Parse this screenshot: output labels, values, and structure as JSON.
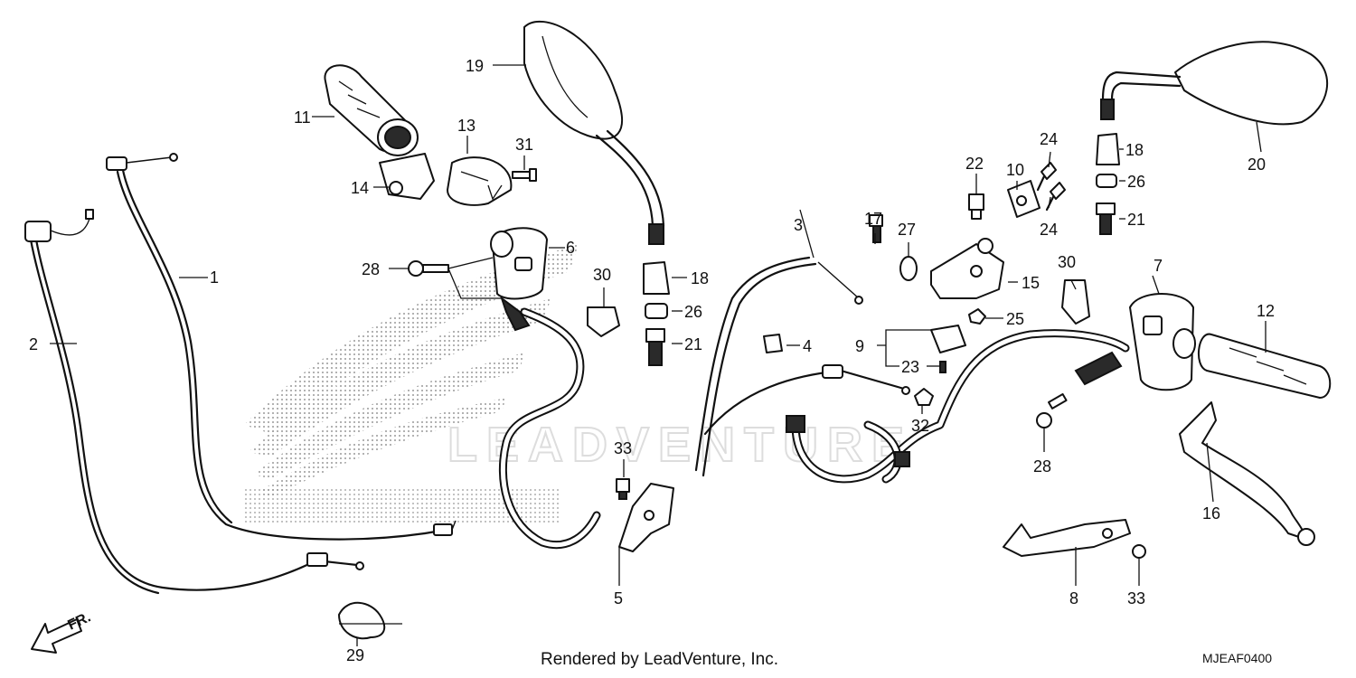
{
  "callouts": {
    "c1": "1",
    "c2": "2",
    "c3": "3",
    "c4": "4",
    "c5": "5",
    "c6": "6",
    "c7": "7",
    "c8": "8",
    "c9": "9",
    "c10": "10",
    "c11": "11",
    "c12": "12",
    "c13": "13",
    "c14": "14",
    "c15": "15",
    "c16": "16",
    "c17": "17",
    "c18a": "18",
    "c18b": "18",
    "c19": "19",
    "c20": "20",
    "c21a": "21",
    "c21b": "21",
    "c22": "22",
    "c23": "23",
    "c24a": "24",
    "c24b": "24",
    "c25": "25",
    "c26a": "26",
    "c26b": "26",
    "c27": "27",
    "c28a": "28",
    "c28b": "28",
    "c29": "29",
    "c30a": "30",
    "c30b": "30",
    "c31": "31",
    "c32": "32",
    "c33a": "33",
    "c33b": "33"
  },
  "front_label": "FR.",
  "watermark": "LEADVENTURE",
  "footer": {
    "credit": "Rendered by LeadVenture, Inc.",
    "diagram_code": "MJEAF0400"
  }
}
